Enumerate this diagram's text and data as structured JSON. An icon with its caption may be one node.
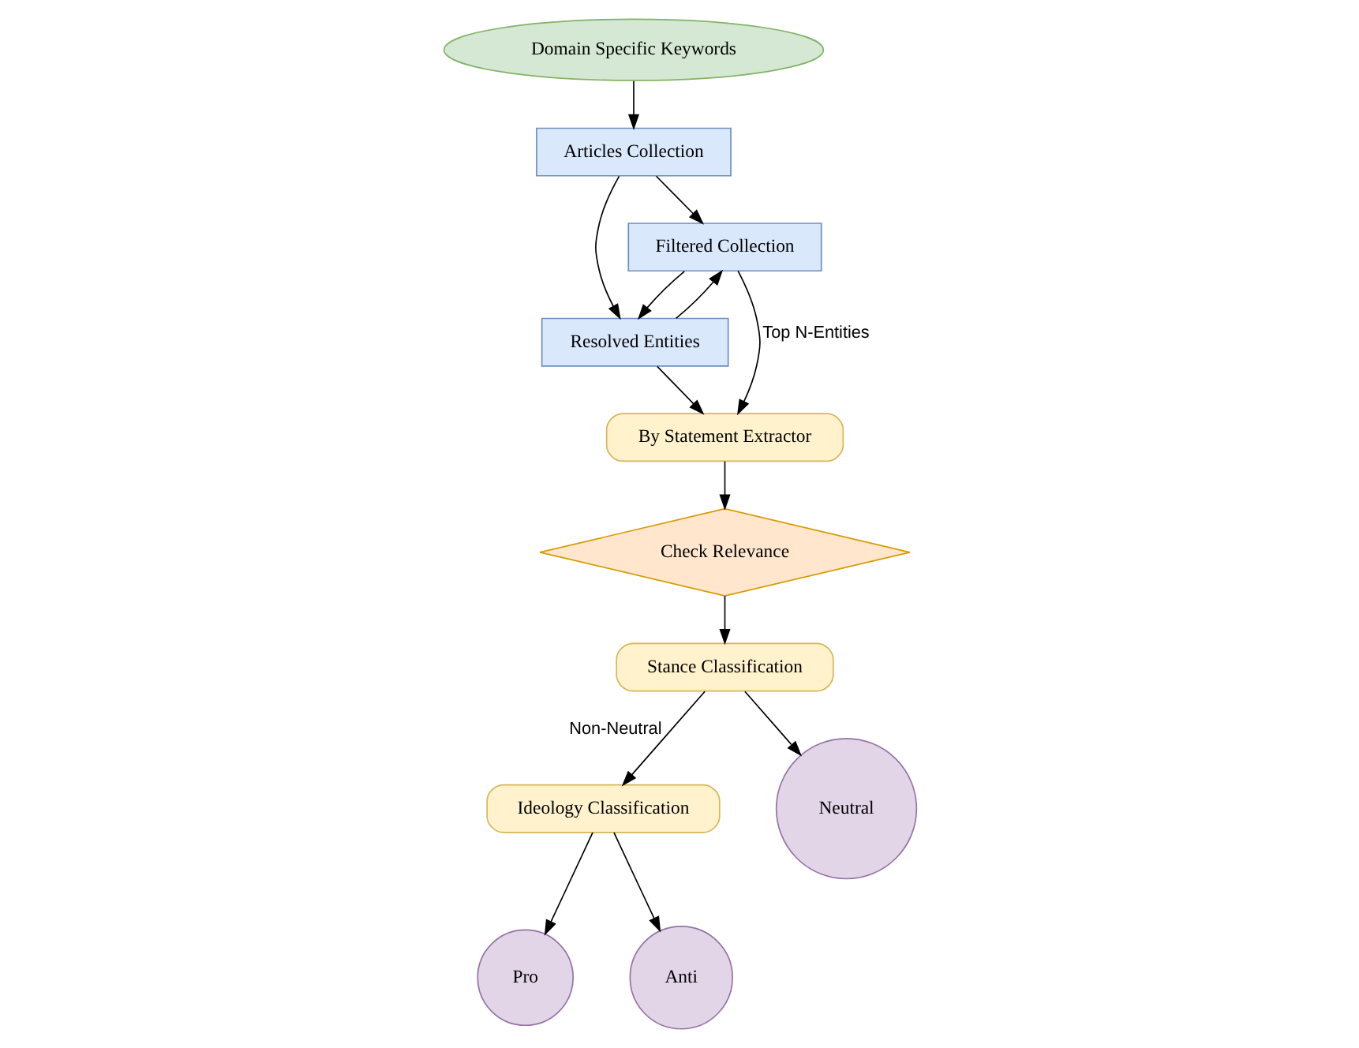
{
  "diagram": {
    "nodes": [
      {
        "text": [
          "Domain Specific Keywords"
        ]
      },
      {
        "text": [
          "Articles Collection"
        ]
      },
      {
        "text": [
          "Filtered Collection"
        ]
      },
      {
        "text": [
          "Resolved Entities"
        ]
      },
      {
        "text": [
          "By Statement Extractor"
        ]
      },
      {
        "text": [
          "Check Relevance"
        ]
      },
      {
        "text": [
          "Stance Classification"
        ]
      },
      {
        "text": [
          "Ideology Classification"
        ]
      },
      {
        "text": [
          "Neutral"
        ]
      },
      {
        "text": [
          "Pro"
        ]
      },
      {
        "text": [
          "Anti"
        ]
      }
    ],
    "edges": [
      {
        "from": 0,
        "to": 1,
        "arrow": "to"
      },
      {
        "from": 1,
        "to": 2,
        "arrow": "to"
      },
      {
        "from": 1,
        "to": 3,
        "arrow": "to"
      },
      {
        "from": 2,
        "to": 3,
        "arrow": "to"
      },
      {
        "from": 3,
        "to": 2,
        "arrow": "to"
      },
      {
        "from": 2,
        "to": 4,
        "arrow": "to",
        "label": "Top N-Entities"
      },
      {
        "from": 3,
        "to": 4,
        "arrow": "to"
      },
      {
        "from": 4,
        "to": 5,
        "arrow": "to"
      },
      {
        "from": 5,
        "to": 6,
        "arrow": "to"
      },
      {
        "from": 6,
        "to": 8,
        "arrow": "to"
      },
      {
        "from": 6,
        "to": 7,
        "arrow": "to",
        "label": "Non-Neutral"
      },
      {
        "from": 7,
        "to": 9,
        "arrow": "to"
      },
      {
        "from": 7,
        "to": 10,
        "arrow": "to"
      }
    ]
  }
}
